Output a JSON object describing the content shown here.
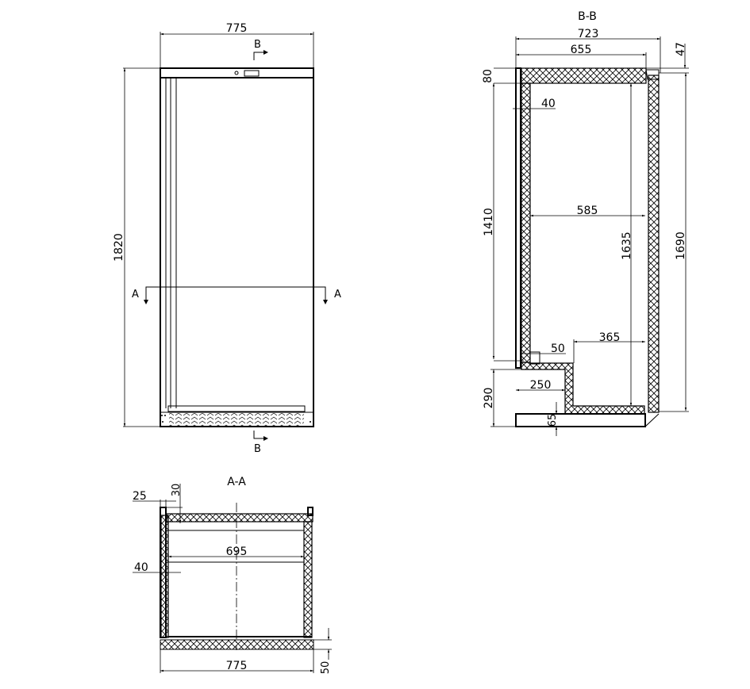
{
  "drawing": {
    "front_view": {
      "width_dim": "775",
      "height_dim": "1820",
      "section_a_left": "A",
      "section_a_right": "A",
      "section_b_top": "B",
      "section_b_bottom": "B"
    },
    "section_bb": {
      "title": "B-B",
      "overall_depth": "723",
      "body_depth": "655",
      "top_insulation": "80",
      "top_offset": "47",
      "wall_thickness": "40",
      "inner_depth": "585",
      "lower_height": "1410",
      "inner_height": "1635",
      "outer_height": "1690",
      "step_depth": "50",
      "compressor_depth": "365",
      "step_width": "250",
      "base_height": "290",
      "base_offset": "65"
    },
    "section_aa": {
      "title": "A-A",
      "flange": "25",
      "flange_depth": "30",
      "inner_width": "695",
      "wall_thickness": "40",
      "outer_width": "775",
      "door_thickness": "50"
    }
  }
}
